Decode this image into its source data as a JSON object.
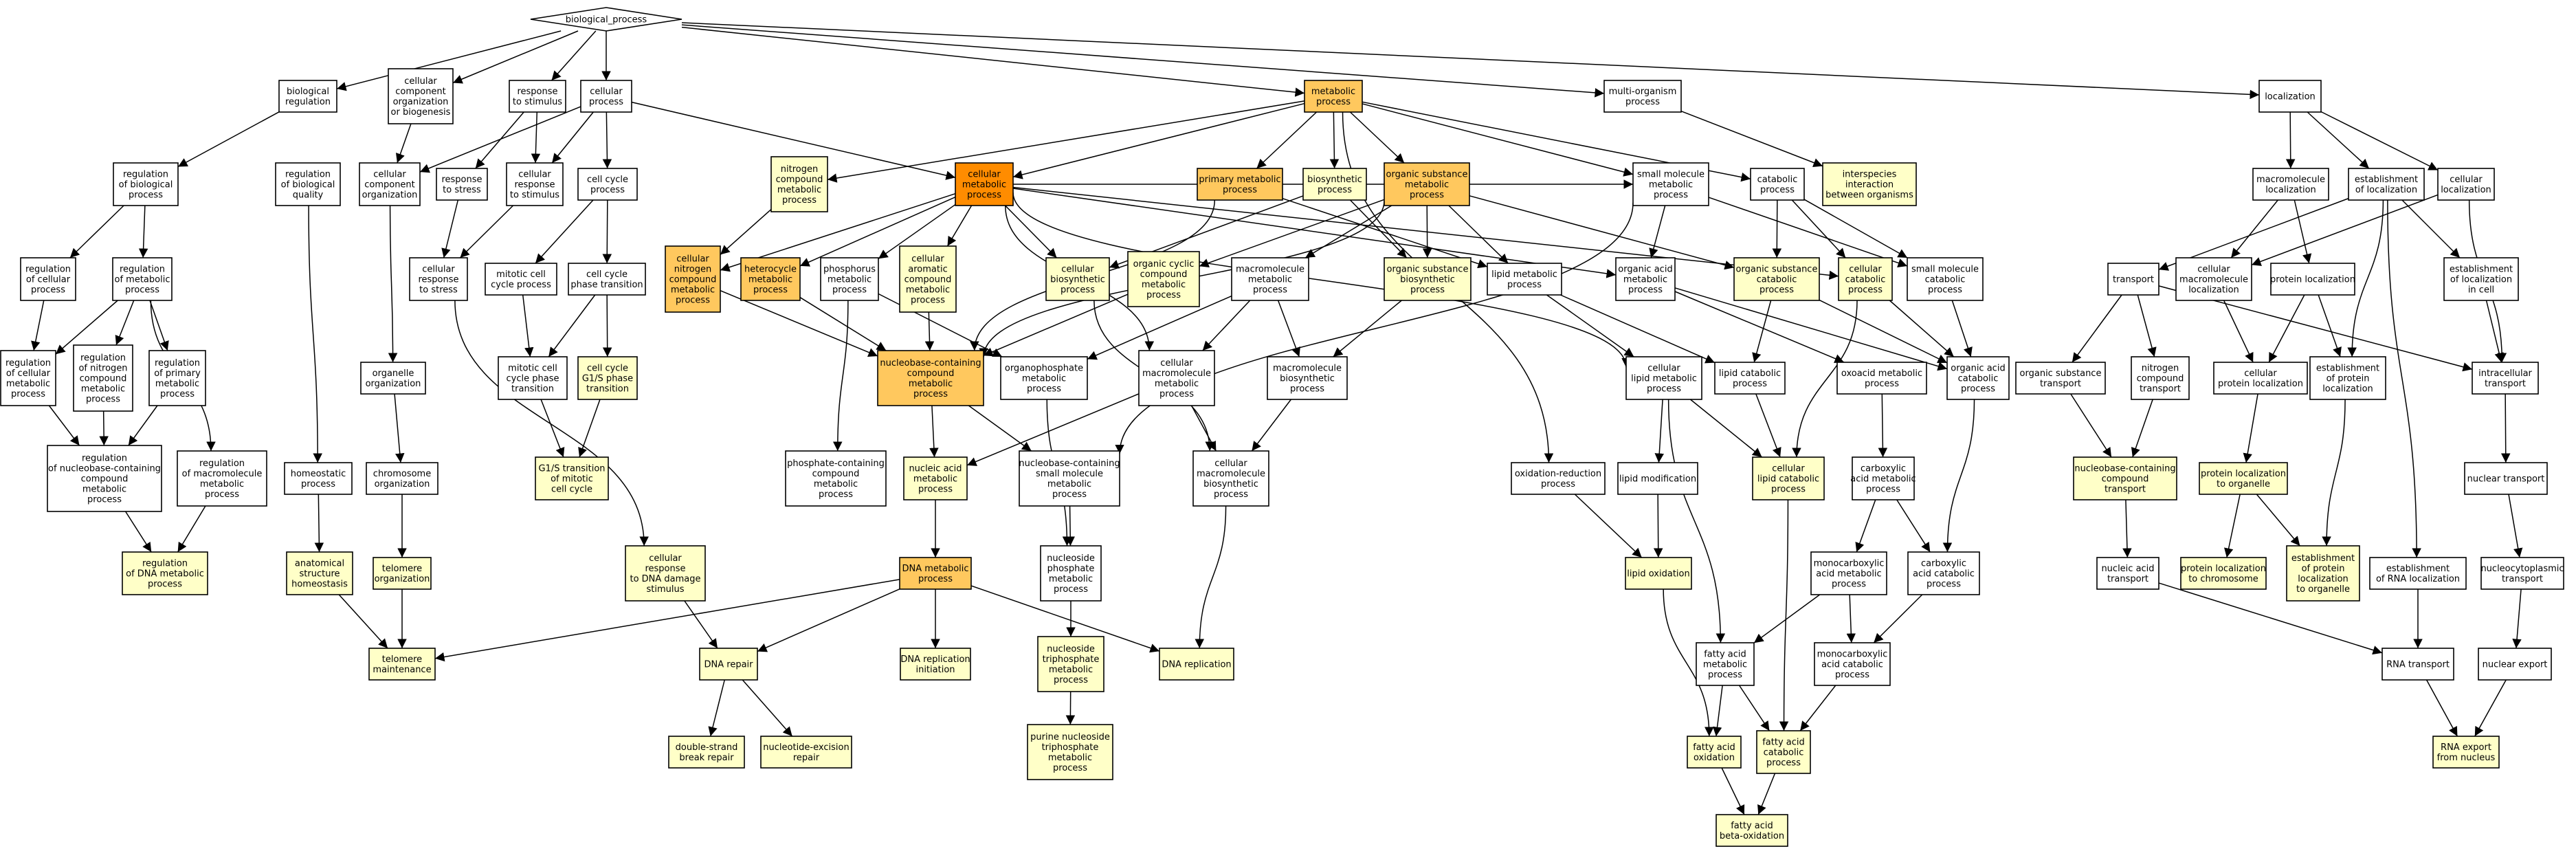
{
  "colors": {
    "none": "#ffffff",
    "light": "#ffffc8",
    "medium": "#ffd47a",
    "strong": "#ffc85e",
    "strongest": "#ff8c00",
    "stroke": "#000000"
  },
  "nodes": {
    "bp": {
      "label": "biological_process",
      "level": "none"
    },
    "breg": {
      "label": "biological\nregulation",
      "level": "none"
    },
    "ccob": {
      "label": "cellular\ncomponent\norganization\nor biogenesis",
      "level": "none"
    },
    "rts": {
      "label": "response\nto stimulus",
      "level": "none"
    },
    "cp": {
      "label": "cellular\nprocess",
      "level": "none"
    },
    "mp": {
      "label": "metabolic\nprocess",
      "level": "strong"
    },
    "mop": {
      "label": "multi-organism\nprocess",
      "level": "none"
    },
    "loc": {
      "label": "localization",
      "level": "none"
    },
    "rbp": {
      "label": "regulation\nof biological\nprocess",
      "level": "none"
    },
    "rbq": {
      "label": "regulation\nof biological\nquality",
      "level": "none"
    },
    "cco": {
      "label": "cellular\ncomponent\norganization",
      "level": "none"
    },
    "rtstress": {
      "label": "response\nto stress",
      "level": "none"
    },
    "crs": {
      "label": "cellular\nresponse\nto stimulus",
      "level": "none"
    },
    "ccyc": {
      "label": "cell cycle\nprocess",
      "level": "none"
    },
    "ncmp": {
      "label": "nitrogen\ncompound\nmetabolic\nprocess",
      "level": "light"
    },
    "cmp": {
      "label": "cellular\nmetabolic\nprocess",
      "level": "strongest"
    },
    "pmp": {
      "label": "primary metabolic\nprocess",
      "level": "strong"
    },
    "biosyn": {
      "label": "biosynthetic\nprocess",
      "level": "light"
    },
    "osmp": {
      "label": "organic substance\nmetabolic\nprocess",
      "level": "strong"
    },
    "smmp": {
      "label": "small molecule\nmetabolic\nprocess",
      "level": "none"
    },
    "catp": {
      "label": "catabolic\nprocess",
      "level": "none"
    },
    "interspec": {
      "label": "interspecies\ninteraction\nbetween organisms",
      "level": "light"
    },
    "macloc": {
      "label": "macromolecule\nlocalization",
      "level": "none"
    },
    "estloc": {
      "label": "establishment\nof localization",
      "level": "none"
    },
    "cloc": {
      "label": "cellular\nlocalization",
      "level": "none"
    },
    "rcp": {
      "label": "regulation\nof cellular\nprocess",
      "level": "none"
    },
    "rmp": {
      "label": "regulation\nof metabolic\nprocess",
      "level": "none"
    },
    "crstress": {
      "label": "cellular\nresponse\nto stress",
      "level": "none"
    },
    "mccp": {
      "label": "mitotic cell\ncycle process",
      "level": "none"
    },
    "ccpt": {
      "label": "cell cycle\nphase transition",
      "level": "none"
    },
    "cncmp": {
      "label": "cellular\nnitrogen\ncompound\nmetabolic\nprocess",
      "level": "strong"
    },
    "hmp": {
      "label": "heterocycle\nmetabolic\nprocess",
      "level": "strong"
    },
    "phmp": {
      "label": "phosphorus\nmetabolic\nprocess",
      "level": "none"
    },
    "camp": {
      "label": "cellular\naromatic\ncompound\nmetabolic\nprocess",
      "level": "light"
    },
    "cbp": {
      "label": "cellular\nbiosynthetic\nprocess",
      "level": "light"
    },
    "occmp": {
      "label": "organic cyclic\ncompound\nmetabolic\nprocess",
      "level": "light"
    },
    "macmp": {
      "label": "macromolecule\nmetabolic\nprocess",
      "level": "none"
    },
    "osbp": {
      "label": "organic substance\nbiosynthetic\nprocess",
      "level": "light"
    },
    "lmp": {
      "label": "lipid metabolic\nprocess",
      "level": "none"
    },
    "oamp": {
      "label": "organic acid\nmetabolic\nprocess",
      "level": "none"
    },
    "oscp": {
      "label": "organic substance\ncatabolic\nprocess",
      "level": "light"
    },
    "ccatp": {
      "label": "cellular\ncatabolic\nprocess",
      "level": "light"
    },
    "smcp": {
      "label": "small molecule\ncatabolic\nprocess",
      "level": "none"
    },
    "transport": {
      "label": "transport",
      "level": "none"
    },
    "cmacloc": {
      "label": "cellular\nmacromolecule\nlocalization",
      "level": "none"
    },
    "protloc": {
      "label": "protein localization",
      "level": "none"
    },
    "estlocincell": {
      "label": "establishment\nof localization\nin cell",
      "level": "none"
    },
    "rccp": {
      "label": "regulation\nof cellular\nmetabolic\nprocess",
      "level": "none"
    },
    "rncmp": {
      "label": "regulation\nof nitrogen\ncompound\nmetabolic\nprocess",
      "level": "none"
    },
    "rpmp": {
      "label": "regulation\nof primary\nmetabolic\nprocess",
      "level": "none"
    },
    "orgorg": {
      "label": "organelle\norganization",
      "level": "none"
    },
    "mccpt": {
      "label": "mitotic cell\ncycle phase\ntransition",
      "level": "none"
    },
    "ccg1s": {
      "label": "cell cycle\nG1/S phase\ntransition",
      "level": "light"
    },
    "nbcmp": {
      "label": "nucleobase-containing\ncompound\nmetabolic\nprocess",
      "level": "strong"
    },
    "opmp": {
      "label": "organophosphate\nmetabolic\nprocess",
      "level": "none"
    },
    "cmacmp": {
      "label": "cellular\nmacromolecule\nmetabolic\nprocess",
      "level": "none"
    },
    "macbp": {
      "label": "macromolecule\nbiosynthetic\nprocess",
      "level": "none"
    },
    "clmp": {
      "label": "cellular\nlipid metabolic\nprocess",
      "level": "none"
    },
    "lcp": {
      "label": "lipid catabolic\nprocess",
      "level": "none"
    },
    "oxamp": {
      "label": "oxoacid metabolic\nprocess",
      "level": "none"
    },
    "oacp": {
      "label": "organic acid\ncatabolic\nprocess",
      "level": "none"
    },
    "ostrans": {
      "label": "organic substance\ntransport",
      "level": "none"
    },
    "nctrans": {
      "label": "nitrogen\ncompound\ntransport",
      "level": "none"
    },
    "cprotloc": {
      "label": "cellular\nprotein localization",
      "level": "none"
    },
    "estprotloc": {
      "label": "establishment\nof protein\nlocalization",
      "level": "none"
    },
    "ictrans": {
      "label": "intracellular\ntransport",
      "level": "none"
    },
    "rnbcmp": {
      "label": "regulation\nof nucleobase-containing\ncompound\nmetabolic\nprocess",
      "level": "none"
    },
    "rmacmp": {
      "label": "regulation\nof macromolecule\nmetabolic\nprocess",
      "level": "none"
    },
    "homeo": {
      "label": "homeostatic\nprocess",
      "level": "none"
    },
    "chromorg": {
      "label": "chromosome\norganization",
      "level": "none"
    },
    "g1s": {
      "label": "G1/S transition\nof mitotic\ncell cycle",
      "level": "light"
    },
    "phcmp": {
      "label": "phosphate-containing\ncompound\nmetabolic\nprocess",
      "level": "none"
    },
    "namp": {
      "label": "nucleic acid\nmetabolic\nprocess",
      "level": "light"
    },
    "nbsmp": {
      "label": "nucleobase-containing\nsmall molecule\nmetabolic\nprocess",
      "level": "none"
    },
    "cmacbp": {
      "label": "cellular\nmacromolecule\nbiosynthetic\nprocess",
      "level": "none"
    },
    "oxred": {
      "label": "oxidation-reduction\nprocess",
      "level": "none"
    },
    "lipmod": {
      "label": "lipid modification",
      "level": "none"
    },
    "clcp": {
      "label": "cellular\nlipid catabolic\nprocess",
      "level": "light"
    },
    "carbmp": {
      "label": "carboxylic\nacid metabolic\nprocess",
      "level": "none"
    },
    "nbctrans": {
      "label": "nucleobase-containing\ncompound\ntransport",
      "level": "light"
    },
    "protlocorg": {
      "label": "protein localization\nto organelle",
      "level": "light"
    },
    "nuctrans": {
      "label": "nuclear transport",
      "level": "none"
    },
    "rdnamp": {
      "label": "regulation\nof DNA metabolic\nprocess",
      "level": "light"
    },
    "ash": {
      "label": "anatomical\nstructure\nhomeostasis",
      "level": "light"
    },
    "telorg": {
      "label": "telomere\norganization",
      "level": "light"
    },
    "crdna": {
      "label": "cellular\nresponse\nto DNA damage\nstimulus",
      "level": "light"
    },
    "dnamp": {
      "label": "DNA metabolic\nprocess",
      "level": "strong"
    },
    "nspmp": {
      "label": "nucleoside\nphosphate\nmetabolic\nprocess",
      "level": "none"
    },
    "lipox": {
      "label": "lipid oxidation",
      "level": "light"
    },
    "monocamp": {
      "label": "monocarboxylic\nacid metabolic\nprocess",
      "level": "none"
    },
    "carbcp": {
      "label": "carboxylic\nacid catabolic\nprocess",
      "level": "none"
    },
    "natrans": {
      "label": "nucleic acid\ntransport",
      "level": "none"
    },
    "protloccr": {
      "label": "protein localization\nto chromosome",
      "level": "light"
    },
    "estprotorg": {
      "label": "establishment\nof protein\nlocalization\nto organelle",
      "level": "light"
    },
    "estrnaloc": {
      "label": "establishment\nof RNA localization",
      "level": "none"
    },
    "nucytrans": {
      "label": "nucleocytoplasmic\ntransport",
      "level": "none"
    },
    "telmain": {
      "label": "telomere\nmaintenance",
      "level": "light"
    },
    "dnarep": {
      "label": "DNA repair",
      "level": "light"
    },
    "dnarepinit": {
      "label": "DNA replication\ninitiation",
      "level": "light"
    },
    "ntpmp": {
      "label": "nucleoside\ntriphosphate\nmetabolic\nprocess",
      "level": "light"
    },
    "dnarepl": {
      "label": "DNA replication",
      "level": "light"
    },
    "famp": {
      "label": "fatty acid\nmetabolic\nprocess",
      "level": "none"
    },
    "monocacp": {
      "label": "monocarboxylic\nacid catabolic\nprocess",
      "level": "none"
    },
    "rnatrans": {
      "label": "RNA transport",
      "level": "none"
    },
    "nucexp": {
      "label": "nuclear export",
      "level": "none"
    },
    "dsbr": {
      "label": "double-strand\nbreak repair",
      "level": "light"
    },
    "ner": {
      "label": "nucleotide-excision\nrepair",
      "level": "light"
    },
    "pntpmp": {
      "label": "purine nucleoside\ntriphosphate\nmetabolic\nprocess",
      "level": "light"
    },
    "faox": {
      "label": "fatty acid\noxidation",
      "level": "light"
    },
    "facp": {
      "label": "fatty acid\ncatabolic\nprocess",
      "level": "light"
    },
    "rnaexp": {
      "label": "RNA export\nfrom nucleus",
      "level": "light"
    },
    "fabox": {
      "label": "fatty acid\nbeta-oxidation",
      "level": "light"
    }
  },
  "edges": [
    [
      "bp",
      "breg"
    ],
    [
      "bp",
      "ccob"
    ],
    [
      "bp",
      "rts"
    ],
    [
      "bp",
      "cp"
    ],
    [
      "bp",
      "mp"
    ],
    [
      "bp",
      "mop"
    ],
    [
      "bp",
      "loc"
    ],
    [
      "breg",
      "rbp"
    ],
    [
      "rts",
      "rtstress"
    ],
    [
      "rts",
      "crs"
    ],
    [
      "cp",
      "cco"
    ],
    [
      "cp",
      "crs"
    ],
    [
      "cp",
      "ccyc"
    ],
    [
      "cp",
      "cmp"
    ],
    [
      "ccob",
      "cco"
    ],
    [
      "mp",
      "ncmp"
    ],
    [
      "mp",
      "cmp"
    ],
    [
      "mp",
      "pmp"
    ],
    [
      "mp",
      "biosyn"
    ],
    [
      "mp",
      "osmp"
    ],
    [
      "mp",
      "smmp"
    ],
    [
      "mp",
      "catp"
    ],
    [
      "mp",
      "oxred"
    ],
    [
      "mop",
      "interspec"
    ],
    [
      "loc",
      "macloc"
    ],
    [
      "loc",
      "estloc"
    ],
    [
      "loc",
      "cloc"
    ],
    [
      "rbp",
      "rcp"
    ],
    [
      "rbp",
      "rmp"
    ],
    [
      "rbq",
      "homeo"
    ],
    [
      "cco",
      "orgorg"
    ],
    [
      "rtstress",
      "crstress"
    ],
    [
      "crs",
      "crstress"
    ],
    [
      "ccyc",
      "mccp"
    ],
    [
      "ccyc",
      "ccpt"
    ],
    [
      "ncmp",
      "cncmp"
    ],
    [
      "cmp",
      "cncmp"
    ],
    [
      "cmp",
      "hmp"
    ],
    [
      "cmp",
      "phmp"
    ],
    [
      "cmp",
      "camp"
    ],
    [
      "cmp",
      "cbp"
    ],
    [
      "cmp",
      "smmp"
    ],
    [
      "cmp",
      "cmacmp"
    ],
    [
      "cmp",
      "oamp"
    ],
    [
      "cmp",
      "ccatp"
    ],
    [
      "cmp",
      "clmp"
    ],
    [
      "pmp",
      "nbcmp"
    ],
    [
      "pmp",
      "lmp"
    ],
    [
      "biosyn",
      "cbp"
    ],
    [
      "biosyn",
      "osbp"
    ],
    [
      "osmp",
      "occmp"
    ],
    [
      "osmp",
      "macmp"
    ],
    [
      "osmp",
      "osbp"
    ],
    [
      "osmp",
      "lmp"
    ],
    [
      "osmp",
      "oscp"
    ],
    [
      "osmp",
      "nbcmp"
    ],
    [
      "smmp",
      "oamp"
    ],
    [
      "smmp",
      "smcp"
    ],
    [
      "smmp",
      "nbsmp"
    ],
    [
      "catp",
      "oscp"
    ],
    [
      "catp",
      "ccatp"
    ],
    [
      "catp",
      "smcp"
    ],
    [
      "interspec",
      "interspec"
    ],
    [
      "macloc",
      "cmacloc"
    ],
    [
      "macloc",
      "protloc"
    ],
    [
      "estloc",
      "transport"
    ],
    [
      "estloc",
      "estlocincell"
    ],
    [
      "estloc",
      "estprotloc"
    ],
    [
      "estloc",
      "estrnaloc"
    ],
    [
      "cloc",
      "cmacloc"
    ],
    [
      "cloc",
      "ictrans"
    ],
    [
      "rcp",
      "rccp"
    ],
    [
      "rmp",
      "rccp"
    ],
    [
      "rmp",
      "rncmp"
    ],
    [
      "rmp",
      "rpmp"
    ],
    [
      "rmp",
      "rmacmp"
    ],
    [
      "rccp",
      "rnbcmp"
    ],
    [
      "rncmp",
      "rnbcmp"
    ],
    [
      "rpmp",
      "rnbcmp"
    ],
    [
      "rnbcmp",
      "rdnamp"
    ],
    [
      "rmacmp",
      "rdnamp"
    ],
    [
      "homeo",
      "ash"
    ],
    [
      "orgorg",
      "chromorg"
    ],
    [
      "chromorg",
      "telorg"
    ],
    [
      "ash",
      "telmain"
    ],
    [
      "telorg",
      "telmain"
    ],
    [
      "crstress",
      "crdna"
    ],
    [
      "crdna",
      "dnarep"
    ],
    [
      "mccp",
      "mccpt"
    ],
    [
      "ccpt",
      "mccpt"
    ],
    [
      "ccpt",
      "ccg1s"
    ],
    [
      "mccpt",
      "g1s"
    ],
    [
      "ccg1s",
      "g1s"
    ],
    [
      "cncmp",
      "nbcmp"
    ],
    [
      "hmp",
      "nbcmp"
    ],
    [
      "camp",
      "nbcmp"
    ],
    [
      "occmp",
      "nbcmp"
    ],
    [
      "phmp",
      "opmp"
    ],
    [
      "phmp",
      "phcmp"
    ],
    [
      "cbp",
      "cmacbp"
    ],
    [
      "osbp",
      "macbp"
    ],
    [
      "macmp",
      "cmacmp"
    ],
    [
      "macmp",
      "macbp"
    ],
    [
      "macmp",
      "opmp"
    ],
    [
      "nbcmp",
      "namp"
    ],
    [
      "nbcmp",
      "nbsmp"
    ],
    [
      "opmp",
      "nspmp"
    ],
    [
      "cmacmp",
      "namp"
    ],
    [
      "cmacmp",
      "cmacbp"
    ],
    [
      "macbp",
      "cmacbp"
    ],
    [
      "lmp",
      "clmp"
    ],
    [
      "lmp",
      "lcp"
    ],
    [
      "oamp",
      "oxamp"
    ],
    [
      "oamp",
      "oacp"
    ],
    [
      "oscp",
      "lcp"
    ],
    [
      "oscp",
      "oacp"
    ],
    [
      "ccatp",
      "clcp"
    ],
    [
      "ccatp",
      "oacp"
    ],
    [
      "smcp",
      "oacp"
    ],
    [
      "clmp",
      "lipmod"
    ],
    [
      "clmp",
      "clcp"
    ],
    [
      "clmp",
      "famp"
    ],
    [
      "lcp",
      "clcp"
    ],
    [
      "oxamp",
      "carbmp"
    ],
    [
      "oacp",
      "carbcp"
    ],
    [
      "carbmp",
      "monocamp"
    ],
    [
      "carbmp",
      "carbcp"
    ],
    [
      "transport",
      "ostrans"
    ],
    [
      "transport",
      "nctrans"
    ],
    [
      "transport",
      "ictrans"
    ],
    [
      "ostrans",
      "nbctrans"
    ],
    [
      "nctrans",
      "nbctrans"
    ],
    [
      "cmacloc",
      "cprotloc"
    ],
    [
      "protloc",
      "cprotloc"
    ],
    [
      "protloc",
      "estprotloc"
    ],
    [
      "estlocincell",
      "ictrans"
    ],
    [
      "cprotloc",
      "protlocorg"
    ],
    [
      "estprotloc",
      "estprotorg"
    ],
    [
      "ictrans",
      "nuctrans"
    ],
    [
      "nuctrans",
      "nucytrans"
    ],
    [
      "nbctrans",
      "natrans"
    ],
    [
      "natrans",
      "rnatrans"
    ],
    [
      "protlocorg",
      "protloccr"
    ],
    [
      "protlocorg",
      "estprotorg"
    ],
    [
      "estrnaloc",
      "rnatrans"
    ],
    [
      "nucytrans",
      "nucexp"
    ],
    [
      "namp",
      "dnamp"
    ],
    [
      "nbsmp",
      "nspmp"
    ],
    [
      "cmacbp",
      "dnarepl"
    ],
    [
      "dnamp",
      "telmain"
    ],
    [
      "dnamp",
      "dnarep"
    ],
    [
      "dnamp",
      "dnarepinit"
    ],
    [
      "dnamp",
      "dnarepl"
    ],
    [
      "nspmp",
      "ntpmp"
    ],
    [
      "ntpmp",
      "pntpmp"
    ],
    [
      "dnarep",
      "dsbr"
    ],
    [
      "dnarep",
      "ner"
    ],
    [
      "oxred",
      "lipox"
    ],
    [
      "lipmod",
      "lipox"
    ],
    [
      "lipox",
      "faox"
    ],
    [
      "famp",
      "faox"
    ],
    [
      "famp",
      "facp"
    ],
    [
      "clcp",
      "facp"
    ],
    [
      "monocamp",
      "famp"
    ],
    [
      "monocamp",
      "monocacp"
    ],
    [
      "carbcp",
      "monocacp"
    ],
    [
      "monocacp",
      "facp"
    ],
    [
      "faox",
      "fabox"
    ],
    [
      "facp",
      "fabox"
    ],
    [
      "rnatrans",
      "rnaexp"
    ],
    [
      "nucexp",
      "rnaexp"
    ]
  ]
}
